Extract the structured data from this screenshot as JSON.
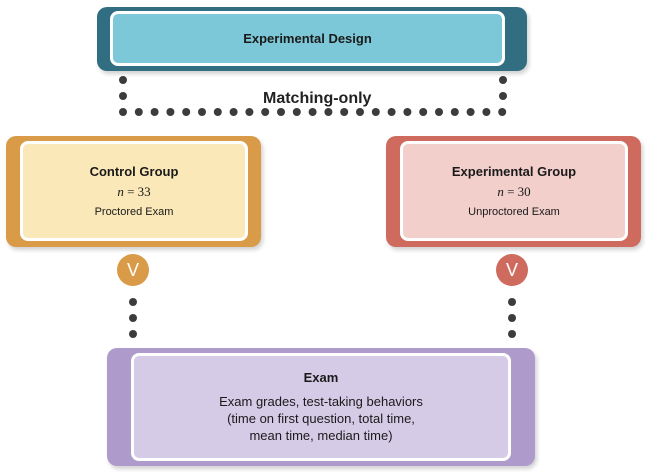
{
  "design": {
    "title": "Experimental Design"
  },
  "matching_label": "Matching-only",
  "control_group": {
    "title": "Control Group",
    "n_symbol": "n",
    "n_value": "= 33",
    "condition": "Proctored Exam",
    "symbol": "V"
  },
  "experimental_group": {
    "title": "Experimental Group",
    "n_symbol": "n",
    "n_value": "= 30",
    "condition": "Unproctored Exam",
    "symbol": "V"
  },
  "exam": {
    "title": "Exam",
    "lines": [
      "Exam grades, test-taking behaviors",
      "(time on first question, total time,",
      "mean time, median time)"
    ]
  },
  "colors": {
    "design_outer": "#326e82",
    "design_inner": "#7cc8d8",
    "control_outer": "#d99b48",
    "control_inner": "#fae8b8",
    "experimental_outer": "#cf6a5e",
    "experimental_inner": "#f2cfcb",
    "exam_outer": "#ae9bcb",
    "exam_inner": "#d6cbe6",
    "connector_dots": "#3c3c3c"
  }
}
